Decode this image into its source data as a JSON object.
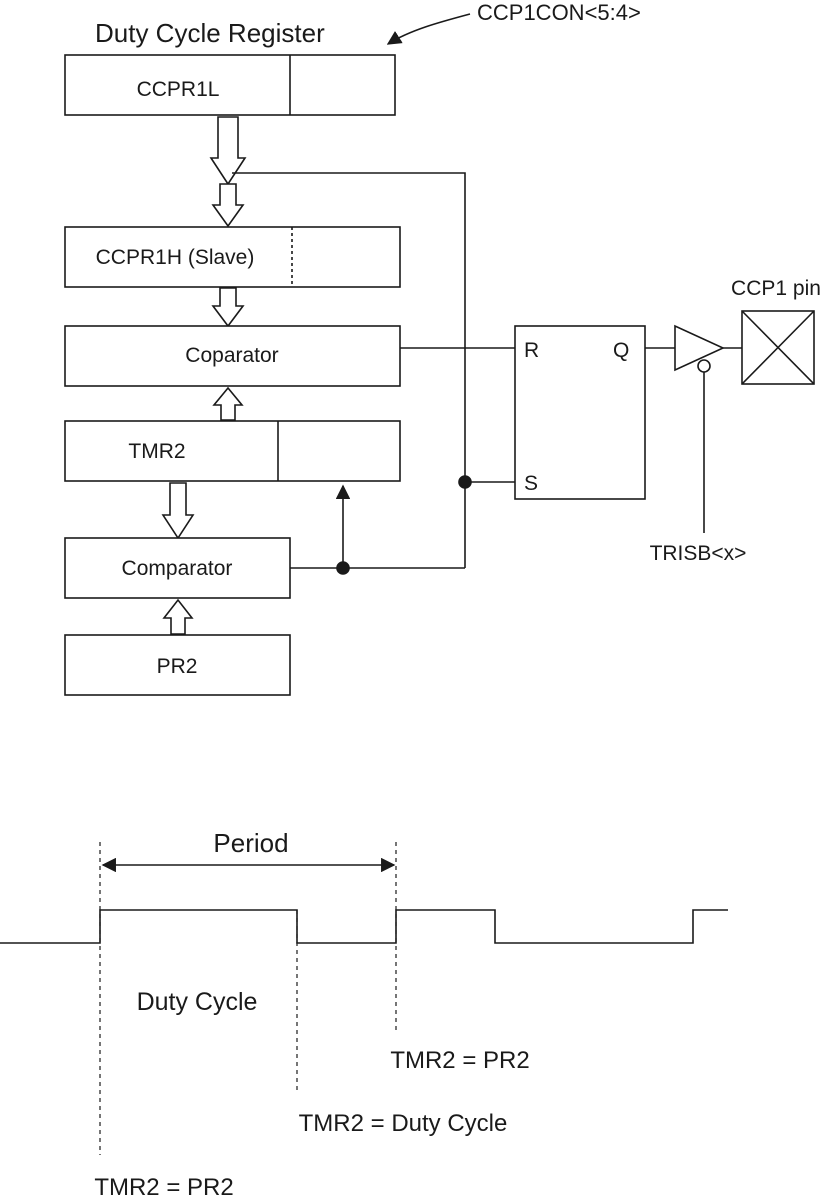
{
  "block_diagram": {
    "title": "Duty Cycle Register",
    "ccp1con_label": "CCP1CON<5:4>",
    "ccpr1l_label": "CCPR1L",
    "ccpr1h_label": "CCPR1H (Slave)",
    "comparator_top_label": "Coparator",
    "tmr2_label": "TMR2",
    "comparator_bottom_label": "Comparator",
    "pr2_label": "PR2",
    "flipflop": {
      "r_label": "R",
      "s_label": "S",
      "q_label": "Q"
    },
    "pin_label": "CCP1 pin",
    "trisb_label": "TRISB<x>"
  },
  "timing_diagram": {
    "period_label": "Period",
    "duty_cycle_label": "Duty Cycle",
    "marker_tmr2_pr2_second": "TMR2 = PR2",
    "marker_tmr2_duty": "TMR2 = Duty Cycle",
    "marker_tmr2_pr2_first": "TMR2 = PR2"
  }
}
